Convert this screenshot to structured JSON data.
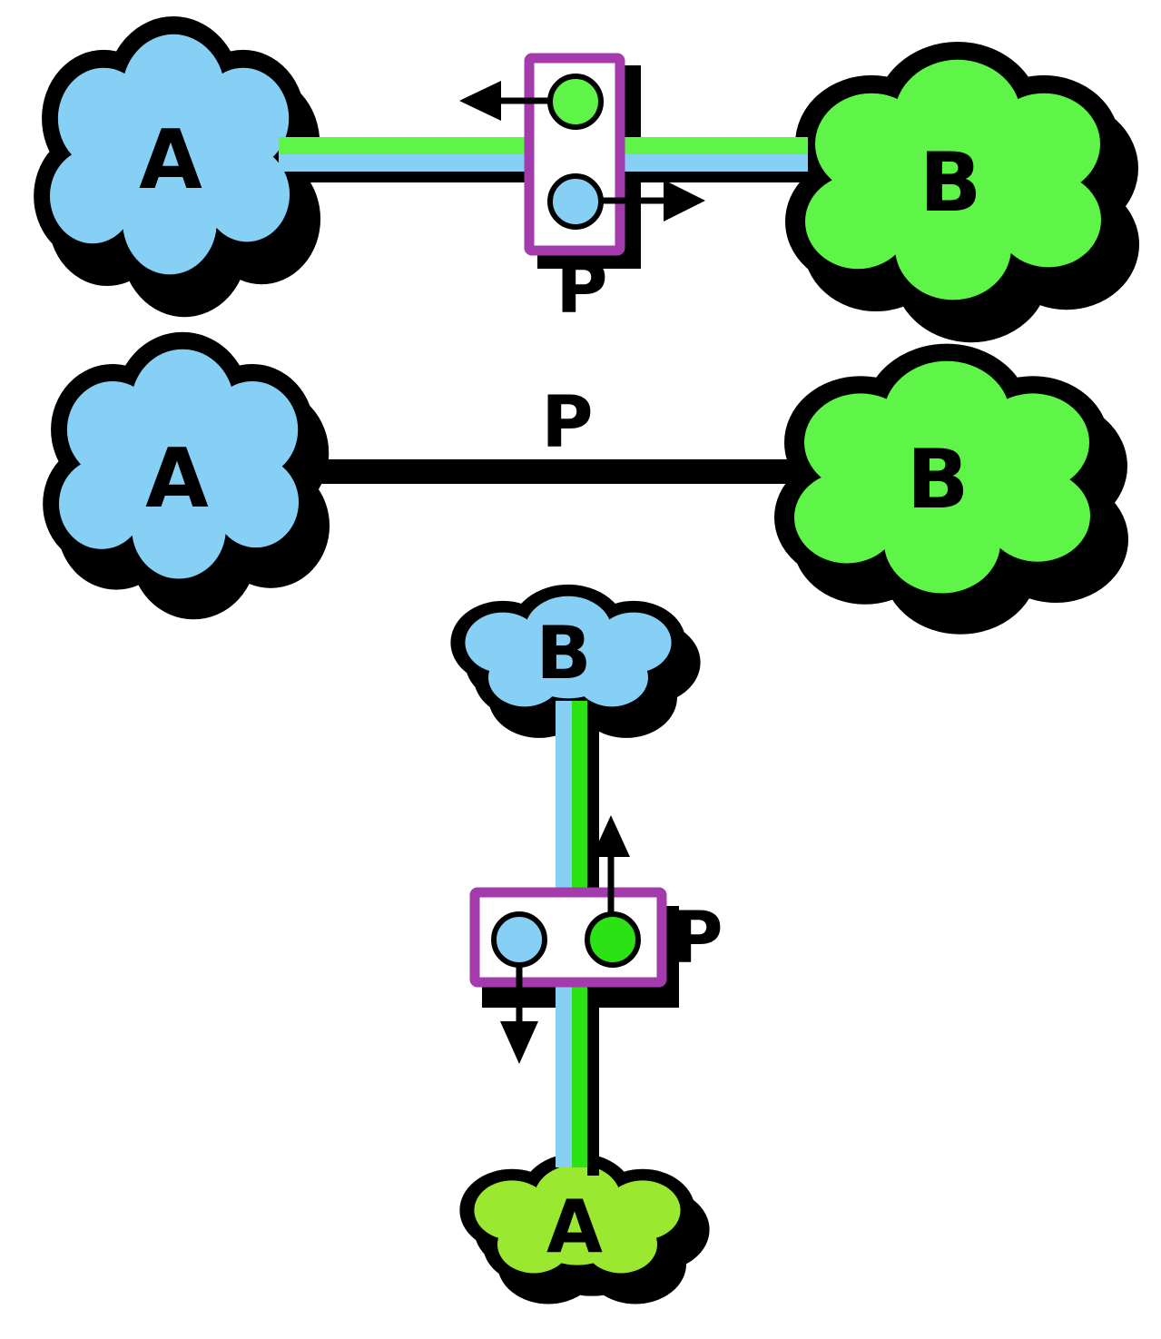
{
  "colors": {
    "blue": "#87D0F5",
    "green": "#5FF548",
    "green2": "#2BE214",
    "chartreuse": "#9AE82F",
    "purple": "#A43BAD",
    "black": "#000000",
    "white": "#FFFFFF"
  },
  "top_panel": {
    "cloud_a": "A",
    "cloud_b": "B",
    "protein": "P"
  },
  "middle_panel": {
    "cloud_a": "A",
    "cloud_b": "B",
    "protein": "P"
  },
  "bottom_panel": {
    "cloud_b": "B",
    "cloud_a": "A",
    "protein": "P"
  }
}
